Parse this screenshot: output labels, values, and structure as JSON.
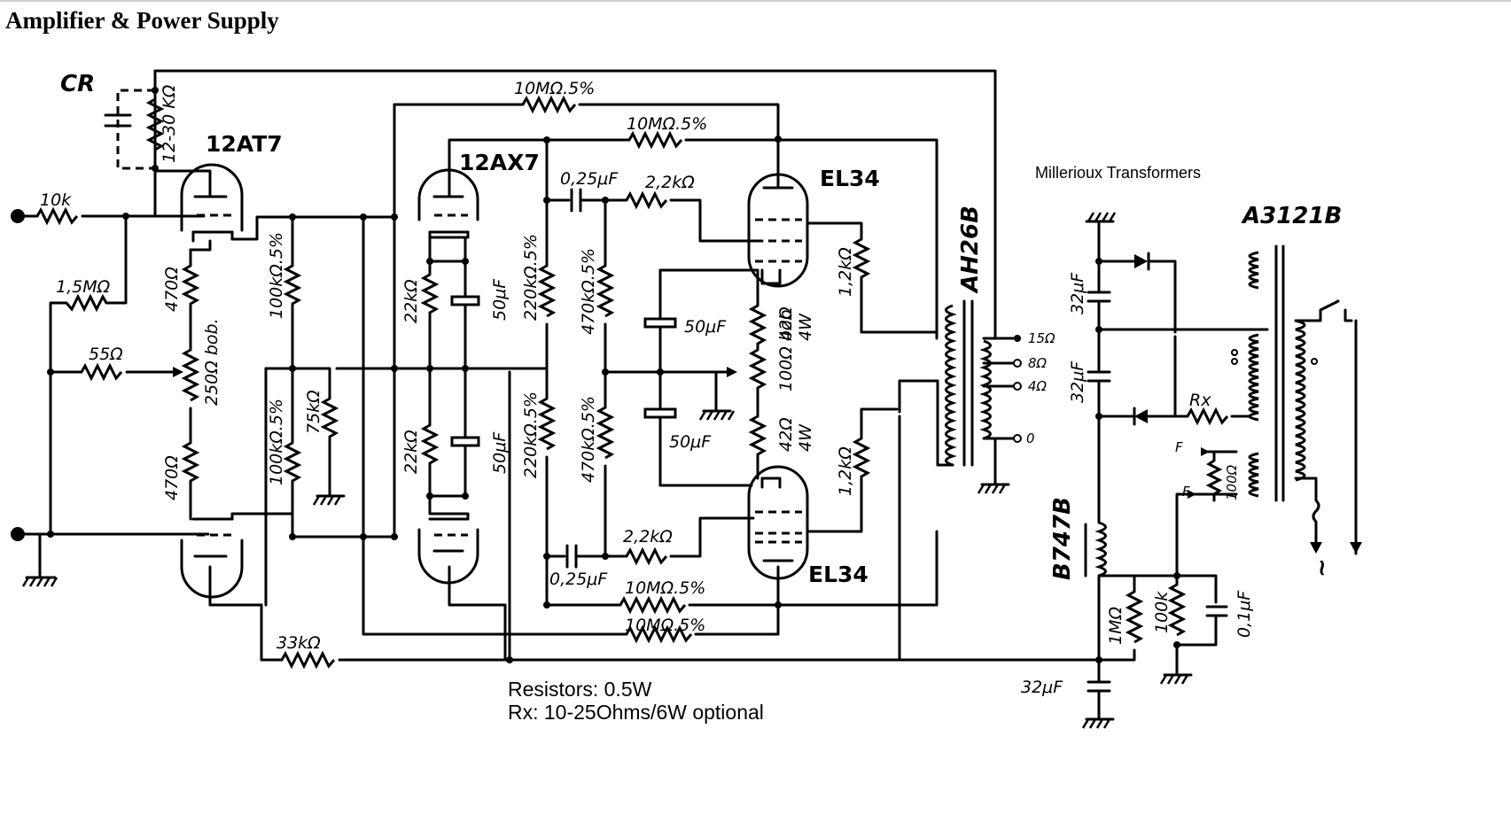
{
  "title": "Amplifier & Power Supply",
  "tubes": {
    "v1": "12AT7",
    "v2": "12AX7",
    "v3": "EL34",
    "v4": "EL34"
  },
  "transformers": {
    "output": "AH26B",
    "power": "A3121B",
    "choke": "B747B",
    "credit": "Millerioux Transformers"
  },
  "components": {
    "cr": "CR",
    "r_cr": "12-30 KΩ",
    "r_in": "10k",
    "r_15m": "1,5MΩ",
    "r_55": "55Ω",
    "r_470a": "470Ω",
    "r_470b": "470Ω",
    "r_250": "250Ω bob.",
    "r_100k_a": "100kΩ.5%",
    "r_100k_b": "100kΩ.5%",
    "r_75k": "75kΩ",
    "r_33k": "33kΩ",
    "r_10m_a": "10MΩ.5%",
    "r_10m_b": "10MΩ.5%",
    "r_10m_c": "10MΩ.5%",
    "r_10m_d": "10MΩ.5%",
    "r_22k_a": "22kΩ",
    "r_22k_b": "22kΩ",
    "c_50a": "50μF",
    "c_50b": "50μF",
    "c_50c": "50μF",
    "c_50d": "50μF",
    "c_025a": "0,25μF",
    "c_025b": "0,25μF",
    "r_2k2a": "2,2kΩ",
    "r_2k2b": "2,2kΩ",
    "r_220a": "220kΩ.5%",
    "r_220b": "220kΩ.5%",
    "r_470k_a": "470kΩ.5%",
    "r_470k_b": "470kΩ.5%",
    "r_42a": "42Ω",
    "r_4wa": "4W",
    "r_100b": "100Ω bob",
    "r_42b": "42Ω",
    "r_4wb": "4W",
    "r_12k_a": "1,2kΩ",
    "r_12k_b": "1,2kΩ",
    "tap_15": "15Ω",
    "tap_8": "8Ω",
    "tap_4": "4Ω",
    "tap_0": "0",
    "c_32a": "32μF",
    "c_32b": "32μF",
    "c_32c": "32μF",
    "rx": "Rx",
    "f1": "F",
    "f2": "F",
    "r_100f": "100Ω",
    "r_1m": "1MΩ",
    "r_100k": "100k",
    "c_01": "0,1μF",
    "ac": "~"
  },
  "notes": {
    "line1": "Resistors: 0.5W",
    "line2": "Rx: 10-25Ohms/6W optional"
  }
}
